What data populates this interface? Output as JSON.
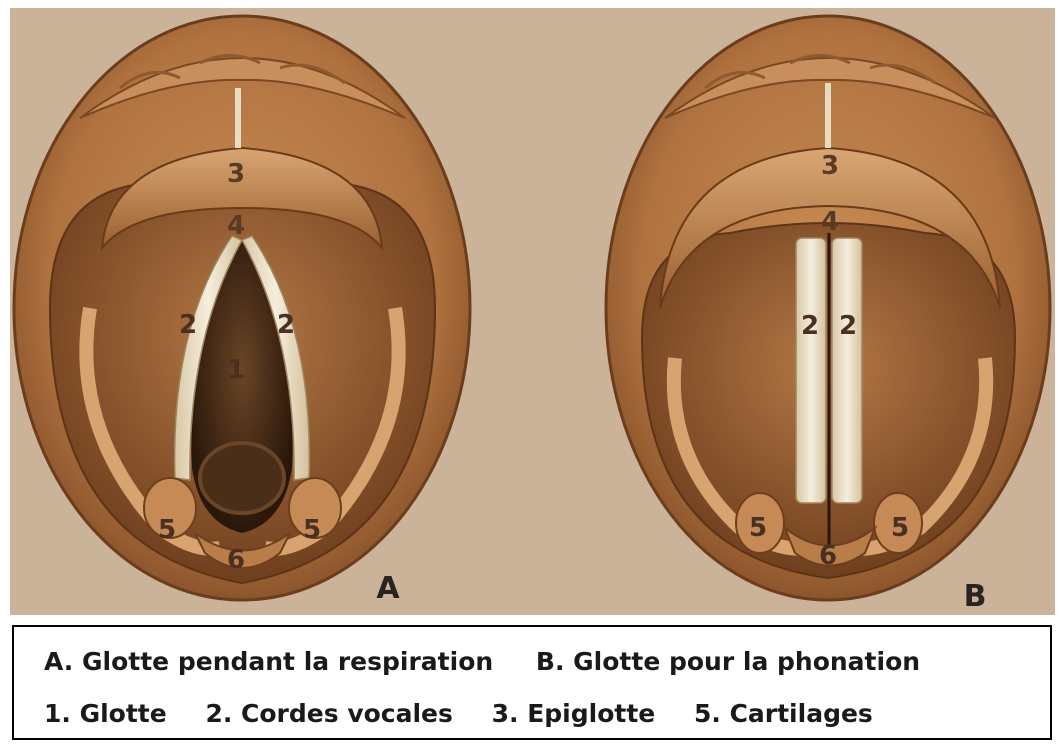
{
  "panels": [
    {
      "letter": "A"
    },
    {
      "letter": "B"
    }
  ],
  "numbers": {
    "glottis": "1",
    "vocal_cords": "2",
    "epiglottis": "3",
    "four": "4",
    "cartilages": "5",
    "six": "6"
  },
  "legend": {
    "line1": [
      "A. Glotte pendant la respiration",
      "B. Glotte pour la phonation"
    ],
    "line2": [
      "1. Glotte",
      "2. Cordes vocales",
      "3. Epiglotte",
      "5. Cartilages"
    ]
  },
  "colors": {
    "background": "#cbb39a",
    "tissue": "#a86b3c",
    "cords": "#eee4cf",
    "airway": "#3b2514"
  }
}
